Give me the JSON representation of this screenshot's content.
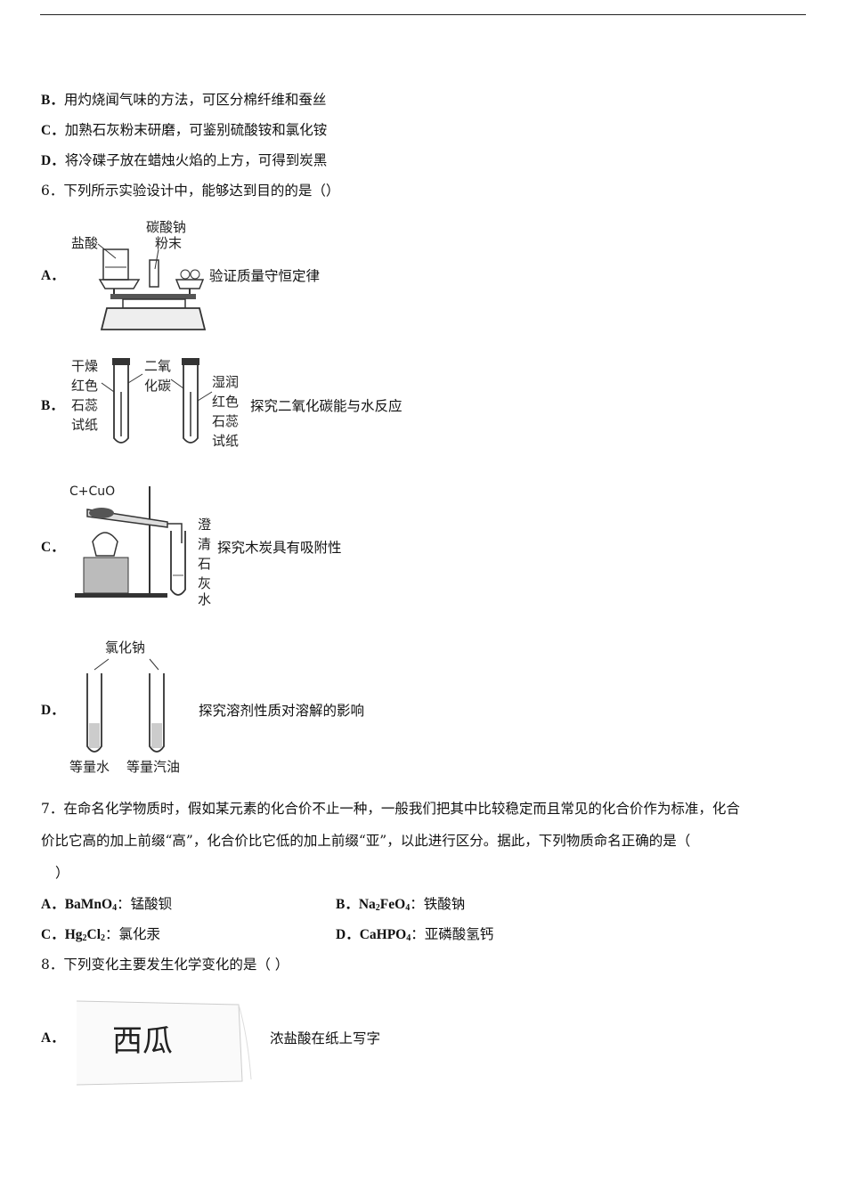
{
  "q5": {
    "b_label": "B．",
    "b_text": "用灼烧闻气味的方法，可区分棉纤维和蚕丝",
    "c_label": "C．",
    "c_text": "加熟石灰粉末研磨，可鉴别硫酸铵和氯化铵",
    "d_label": "D．",
    "d_text": "将冷碟子放在蜡烛火焰的上方，可得到炭黑"
  },
  "q6": {
    "stem": "6．下列所示实验设计中，能够达到目的的是（）",
    "a_label": "A．",
    "a_text": "验证质量守恒定律",
    "a_fig": {
      "label1": "盐酸",
      "label2": "碳酸钠",
      "label3": "粉末"
    },
    "b_label": "B．",
    "b_text": "探究二氧化碳能与水反应",
    "b_fig": {
      "left1": "干燥",
      "left2": "红色",
      "left3": "石蕊",
      "left4": "试纸",
      "mid1": "二氧",
      "mid2": "化碳",
      "right1": "湿润",
      "right2": "红色",
      "right3": "石蕊",
      "right4": "试纸"
    },
    "c_label": "C．",
    "c_text": "探究木炭具有吸附性",
    "c_fig": {
      "top": "C+CuO",
      "side1": "澄",
      "side2": "清",
      "side3": "石",
      "side4": "灰",
      "side5": "水"
    },
    "d_label": "D．",
    "d_text": "探究溶剂性质对溶解的影响",
    "d_fig": {
      "top": "氯化钠",
      "bottom1": "等量水",
      "bottom2": "等量汽油"
    }
  },
  "q7": {
    "line1": "7．在命名化学物质时，假如某元素的化合价不止一种，一般我们把其中比较稳定而且常见的化合价作为标准，化合",
    "line2": "价比它高的加上前缀“高”，化合价比它低的加上前缀“亚”，以此进行区分。据此，下列物质命名正确的是（",
    "line3": "）",
    "a_label": "A．",
    "a_formula": "BaMnO",
    "a_sub": "4",
    "a_sep": "：",
    "a_name": "锰酸钡",
    "b_label": "B．",
    "b_formula1": "Na",
    "b_sub1": "2",
    "b_formula2": "FeO",
    "b_sub2": "4",
    "b_sep": "：",
    "b_name": "铁酸钠",
    "c_label": "C．",
    "c_formula1": "Hg",
    "c_sub1": "2",
    "c_formula2": "Cl",
    "c_sub2": "2",
    "c_sep": "：",
    "c_name": "氯化汞",
    "d_label": "D．",
    "d_formula": "CaHPO",
    "d_sub": "4",
    "d_sep": "：",
    "d_name": "亚磷酸氢钙"
  },
  "q8": {
    "stem": "8．下列变化主要发生化学变化的是（        ）",
    "a_label": "A．",
    "a_text": "浓盐酸在纸上写字",
    "a_fig_text": "西瓜"
  }
}
